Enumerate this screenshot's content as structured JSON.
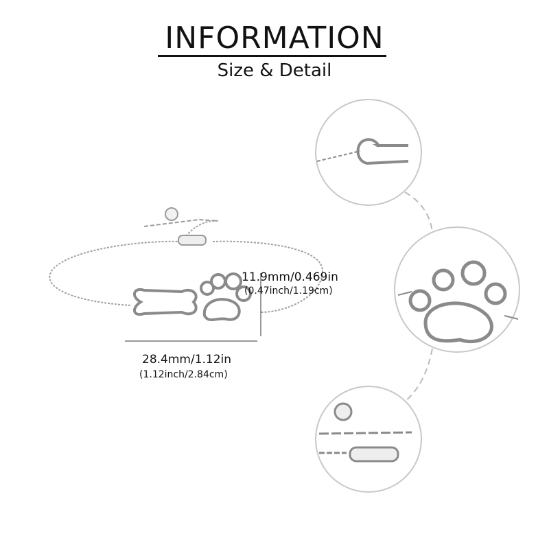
{
  "header": {
    "title": "INFORMATION",
    "subtitle": "Size & Detail"
  },
  "dimensions": {
    "height": {
      "main": "11.9mm/0.469in",
      "sub": "(0.47inch/1.19cm)"
    },
    "width": {
      "main": "28.4mm/1.12in",
      "sub": "(1.12inch/2.84cm)"
    }
  },
  "detail_views": [
    "bone-closeup",
    "paw-closeup",
    "clasp-closeup"
  ],
  "colors": {
    "metal": "#9a9a9a",
    "circle": "#c8c8c8",
    "text": "#111111"
  }
}
